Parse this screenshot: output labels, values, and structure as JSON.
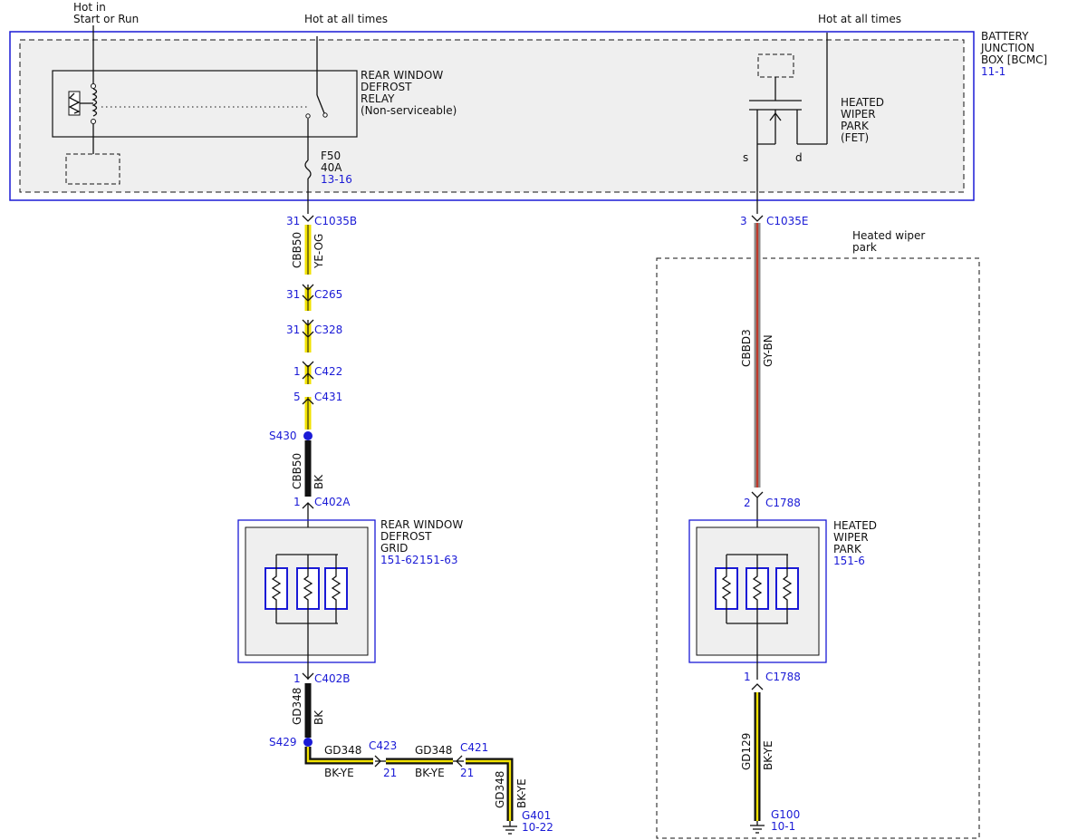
{
  "colors": {
    "blue": "#1a1ad6",
    "yellow": "#f2e200",
    "black": "#111111",
    "red": "#c0392b",
    "gray": "#8a8a8a",
    "box_fill": "#efefef"
  },
  "power": {
    "left_label_1": "Hot in",
    "left_label_2": "Start or Run",
    "mid_label": "Hot at all times",
    "right_label": "Hot at all times"
  },
  "bjb": {
    "name_1": "BATTERY",
    "name_2": "JUNCTION",
    "name_3": "BOX [BCMC]",
    "ref": "11-1"
  },
  "relay": {
    "line_1": "REAR WINDOW",
    "line_2": "DEFROST",
    "line_3": "RELAY",
    "line_4": "(Non-serviceable)"
  },
  "fuse": {
    "name": "F50",
    "rating": "40A",
    "ref": "13-16"
  },
  "fet": {
    "line_1": "HEATED",
    "line_2": "WIPER",
    "line_3": "PARK",
    "line_4": "(FET)",
    "source": "s",
    "drain": "d"
  },
  "left_circuit": {
    "connectors": [
      {
        "pin": "31",
        "name": "C1035B"
      },
      {
        "pin": "31",
        "name": "C265"
      },
      {
        "pin": "31",
        "name": "C328"
      },
      {
        "pin": "1",
        "name": "C422"
      },
      {
        "pin": "5",
        "name": "C431"
      }
    ],
    "wire1": {
      "circuit": "CBB50",
      "color": "YE-OG"
    },
    "splice_top": "S430",
    "wire2": {
      "circuit": "CBB50",
      "color": "BK"
    },
    "c402a": {
      "pin": "1",
      "name": "C402A"
    },
    "grid": {
      "line_1": "REAR WINDOW",
      "line_2": "DEFROST",
      "line_3": "GRID",
      "ref_1": "151-62",
      "ref_2": "151-63"
    },
    "c402b": {
      "pin": "1",
      "name": "C402B"
    },
    "wire3": {
      "circuit": "GD348",
      "color": "BK"
    },
    "splice_bottom": "S429",
    "ground_run": [
      {
        "circuit": "GD348",
        "color": "BK-YE",
        "connector": "C423",
        "pin": "21"
      },
      {
        "circuit": "GD348",
        "color": "BK-YE",
        "connector": "C421",
        "pin": "21"
      }
    ],
    "wire4": {
      "circuit": "GD348",
      "color": "BK-YE"
    },
    "ground": {
      "name": "G401",
      "ref": "10-22"
    }
  },
  "right_circuit": {
    "c1035e": {
      "pin": "3",
      "name": "C1035E"
    },
    "module_label_1": "Heated wiper",
    "module_label_2": "park",
    "wire1": {
      "circuit": "CBBD3",
      "color": "GY-BN"
    },
    "c1788_top": {
      "pin": "2",
      "name": "C1788"
    },
    "element": {
      "line_1": "HEATED",
      "line_2": "WIPER",
      "line_3": "PARK",
      "ref": "151-6"
    },
    "c1788_bottom": {
      "pin": "1",
      "name": "C1788"
    },
    "wire2": {
      "circuit": "GD129",
      "color": "BK-YE"
    },
    "ground": {
      "name": "G100",
      "ref": "10-1"
    }
  }
}
